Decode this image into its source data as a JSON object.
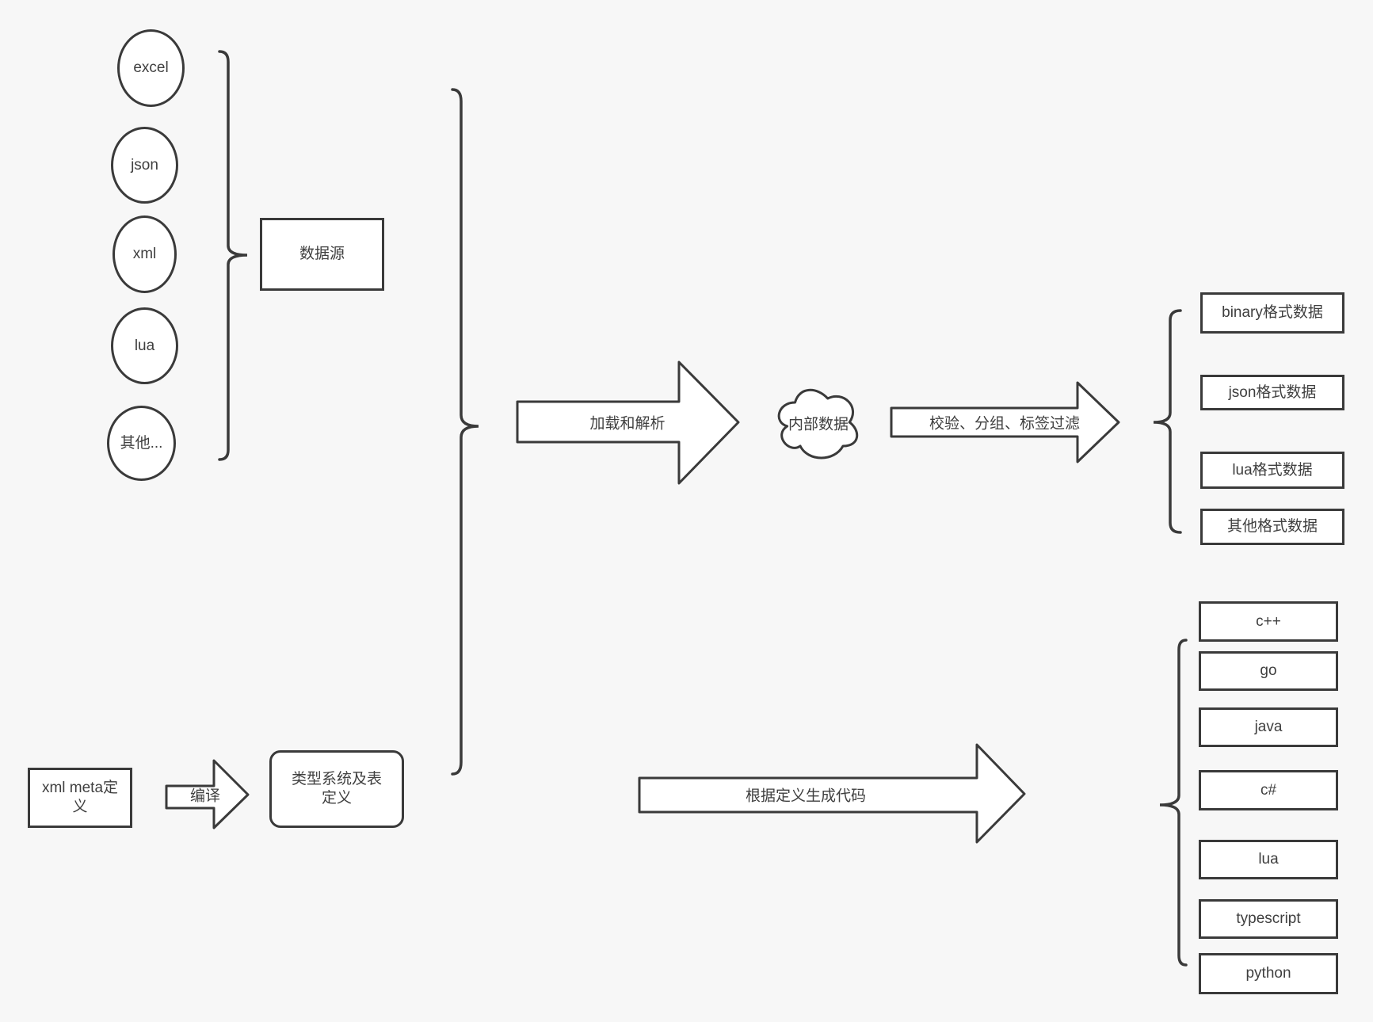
{
  "diagram": {
    "source_nodes": [
      "excel",
      "json",
      "xml",
      "lua",
      "其他..."
    ],
    "source_group": "数据源",
    "load_arrow": "加载和解析",
    "internal_data": "内部数据",
    "filter_arrow": "校验、分组、标签过滤",
    "format_outputs": [
      "binary格式数据",
      "json格式数据",
      "lua格式数据",
      "其他格式数据"
    ],
    "xml_meta": "xml meta定义",
    "compile_arrow": "编译",
    "type_system": "类型系统及表定义",
    "generate_arrow": "根据定义生成代码",
    "language_outputs": [
      "c++",
      "go",
      "java",
      "c#",
      "lua",
      "typescript",
      "python"
    ],
    "colors": {
      "background": "#f7f7f7",
      "stroke": "#3a3a3a",
      "node_fill": "#ffffff",
      "text": "#3f3f3f"
    }
  }
}
